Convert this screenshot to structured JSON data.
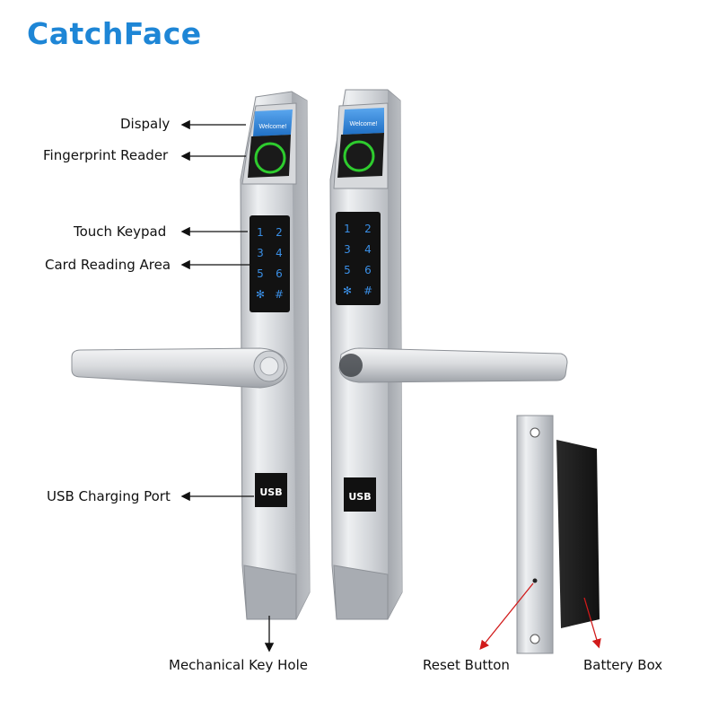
{
  "brand": {
    "name_part1": "Catch",
    "name_part2": "Face"
  },
  "screen_text": "Welcome!",
  "keypad_keys": [
    "1",
    "2",
    "3",
    "4",
    "5",
    "6",
    "✻",
    "#"
  ],
  "usb_text": "USB",
  "labels": {
    "display": "Dispaly",
    "fingerprint": "Fingerprint Reader",
    "touch_keypad": "Touch Keypad",
    "card_area": "Card Reading Area",
    "usb_port": "USB Charging Port",
    "key_hole": "Mechanical Key Hole",
    "reset_button": "Reset Button",
    "battery_box": "Battery Box"
  },
  "colors": {
    "brand_blue": "#1e86d6",
    "screen_blue": "#2b7fd8",
    "fingerprint_ring": "#2ecc2e",
    "arrow_black": "#111111",
    "arrow_red": "#d11a1a"
  }
}
